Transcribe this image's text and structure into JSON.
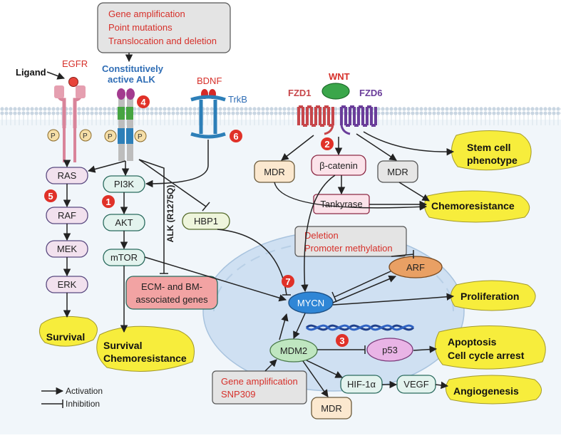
{
  "colors": {
    "red": "#d6302a",
    "blue_label": "#2f6db5",
    "yellow": "#f7ed3c",
    "teal_node": "#e3f3ee",
    "teal_border": "#2a6b5e",
    "pink_node": "#fbe3ea",
    "pink_border": "#8c2a45",
    "membrane": "#b9cbd9",
    "nucleus": "#cfe0f2"
  },
  "top_box": {
    "lines": [
      "Gene amplification",
      "Point mutations",
      "Translocation and deletion"
    ]
  },
  "receptors": {
    "egfr": "EGFR",
    "ligand": "Ligand",
    "alk_line1": "Constitutively",
    "alk_line2": "active ALK",
    "bdnf": "BDNF",
    "trkb": "TrkB",
    "wnt": "WNT",
    "fzd1": "FZD1",
    "fzd6": "FZD6",
    "phospho": "P"
  },
  "nodes": {
    "ras": "RAS",
    "raf": "RAF",
    "mek": "MEK",
    "erk": "ERK",
    "pi3k": "PI3K",
    "akt": "AKT",
    "mtor": "mTOR",
    "hbp1": "HBP1",
    "alk_mut": "ALK (R1275Q)",
    "ecm_line1": "ECM- and BM-",
    "ecm_line2": "associated genes",
    "mdr_left": "MDR",
    "beta_catenin": "β-catenin",
    "mdr_right": "MDR",
    "tankyrase": "Tankyrase",
    "mycn": "MYCN",
    "mdm2": "MDM2",
    "p53": "p53",
    "arf": "ARF",
    "hif": "HIF-1α",
    "vegf": "VEGF",
    "mdr_bottom": "MDR"
  },
  "outcomes": {
    "survival": "Survival",
    "surv_chemo_line1": "Survival",
    "surv_chemo_line2": "Chemoresistance",
    "stem_line1": "Stem cell",
    "stem_line2": "phenotype",
    "chemoresistance": "Chemoresistance",
    "proliferation": "Proliferation",
    "apop_line1": "Apoptosis",
    "apop_line2": "Cell cycle arrest",
    "angiogenesis": "Angiogenesis"
  },
  "arf_box": {
    "lines": [
      "Deletion",
      "Promoter methylation"
    ]
  },
  "mdm2_box": {
    "lines": [
      "Gene amplification",
      "SNP309"
    ]
  },
  "badges": [
    "1",
    "2",
    "3",
    "4",
    "5",
    "6",
    "7"
  ],
  "legend": {
    "activation": "Activation",
    "inhibition": "Inhibition"
  }
}
